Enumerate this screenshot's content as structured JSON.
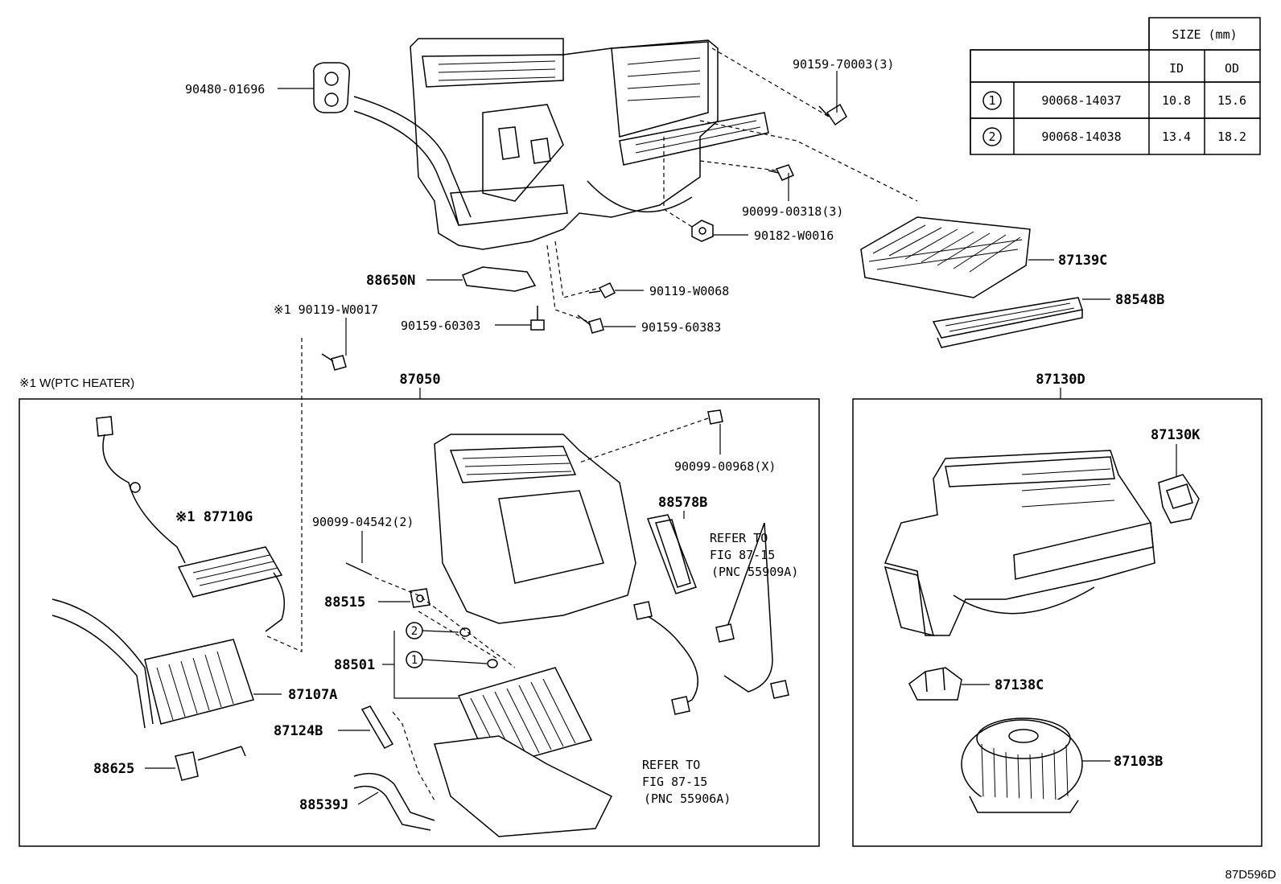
{
  "top_labels": {
    "p90480": "90480-01696",
    "p90159_70003": "90159-70003(3)",
    "p90099_00318": "90099-00318(3)",
    "p90182": "90182-W0016",
    "p88650N": "88650N",
    "p90119_W0068": "90119-W0068",
    "p90119_W0017": "※1 90119-W0017",
    "p90159_60303": "90159-60303",
    "p90159_60383": "90159-60383",
    "p87139C": "87139C",
    "p88548B": "88548B"
  },
  "note_ptc": "※1 W(PTC HEATER)",
  "left_box": {
    "title": "87050",
    "p87710G": "※1 87710G",
    "p87107A": "87107A",
    "p88625": "88625",
    "p87124B": "87124B",
    "p88539J": "88539J",
    "p88501": "88501",
    "p88515": "88515",
    "p90099_04542": "90099-04542(2)",
    "p90099_00968": "90099-00968(X)",
    "p88578B": "88578B",
    "callout1": "1",
    "callout2": "2",
    "refer_a": [
      "REFER TO",
      "FIG 87-15",
      "(PNC 55909A)"
    ],
    "refer_b": [
      "REFER TO",
      "FIG 87-15",
      "(PNC 55906A)"
    ]
  },
  "right_box": {
    "title": "87130D",
    "p87130K": "87130K",
    "p87138C": "87138C",
    "p87103B": "87103B"
  },
  "size_table": {
    "header": "SIZE (mm)",
    "col_id": "ID",
    "col_od": "OD",
    "rows": [
      {
        "mark": "1",
        "part": "90068-14037",
        "id": "10.8",
        "od": "15.6"
      },
      {
        "mark": "2",
        "part": "90068-14038",
        "id": "13.4",
        "od": "18.2"
      }
    ]
  },
  "figure_code": "87D596D"
}
